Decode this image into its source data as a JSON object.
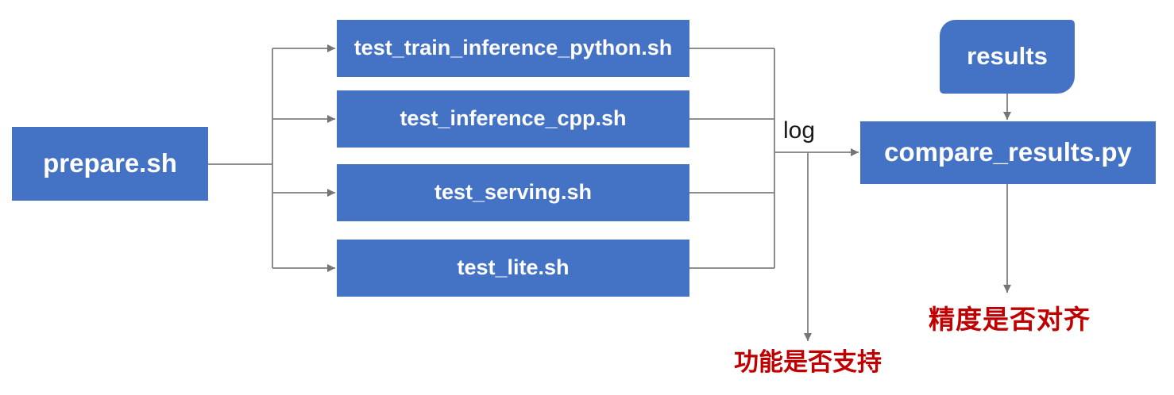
{
  "diagram": {
    "nodes": {
      "prepare": {
        "label": "prepare.sh"
      },
      "test_train_inference_python": {
        "label": "test_train_inference_python.sh"
      },
      "test_inference_cpp": {
        "label": "test_inference_cpp.sh"
      },
      "test_serving": {
        "label": "test_serving.sh"
      },
      "test_lite": {
        "label": "test_lite.sh"
      },
      "results": {
        "label": "results"
      },
      "compare_results": {
        "label": "compare_results.py"
      }
    },
    "edge_labels": {
      "log": "log"
    },
    "outcome_labels": {
      "function_support": "功能是否支持",
      "precision_alignment": "精度是否对齐"
    },
    "colors": {
      "node_fill": "#4472C4",
      "node_text": "#FFFFFF",
      "connector": "#7F7F7F",
      "arrowhead": "#757575",
      "outcome_text": "#C00000",
      "edge_label_text": "#1A1A1A",
      "background": "#FFFFFF"
    }
  }
}
